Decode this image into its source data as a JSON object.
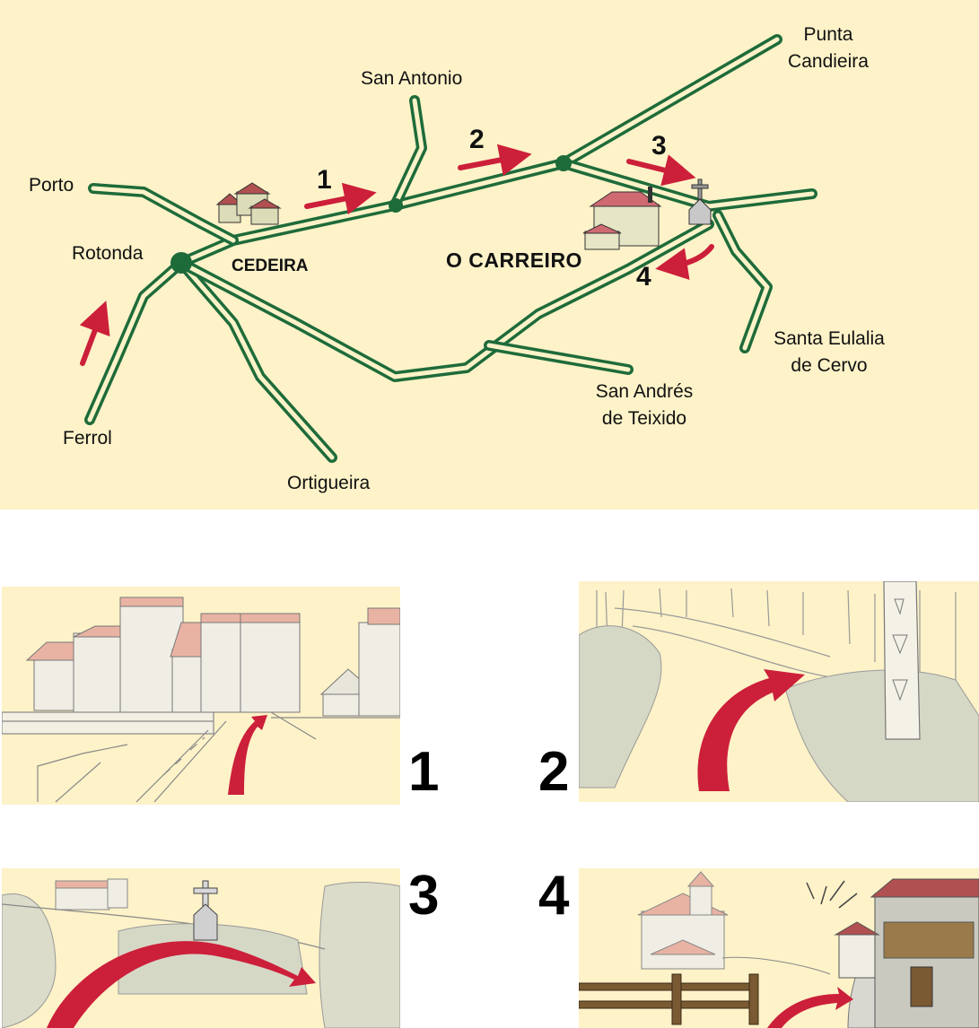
{
  "map": {
    "places": {
      "porto": "Porto",
      "rotonda": "Rotonda",
      "ferrol": "Ferrol",
      "ortigueira": "Ortigueira",
      "san_antonio": "San Antonio",
      "punta_candieira": [
        "Punta",
        "Candieira"
      ],
      "santa_eulalia": [
        "Santa Eulalia",
        "de Cervo"
      ],
      "san_andres": [
        "San Andrés",
        "de Teixido"
      ]
    },
    "towns": {
      "cedeira": "CEDEIRA",
      "o_carreiro": "O CARREIRO"
    },
    "steps": [
      "1",
      "2",
      "3",
      "4"
    ],
    "colors": {
      "background": "#fdf2c8",
      "road": "#1e6b3a",
      "arrow": "#cc1f3a",
      "junction": "#1e6b3a"
    }
  },
  "panels": [
    {
      "number": "1",
      "scene": "town bridge with road turning right"
    },
    {
      "number": "2",
      "scene": "road between rocks turning right at pylon"
    },
    {
      "number": "3",
      "scene": "roundabout around cross, continue right"
    },
    {
      "number": "4",
      "scene": "village with church and houses, turn right"
    }
  ]
}
